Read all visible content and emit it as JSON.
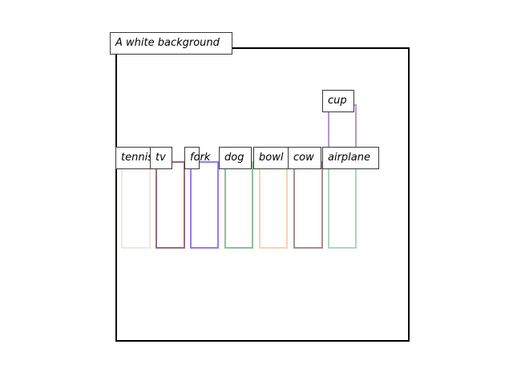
{
  "caption": "A white background",
  "objects": [
    {
      "label": "tennis racket",
      "color": "#f0ead6"
    },
    {
      "label": "tv",
      "color": "#9c6b7a"
    },
    {
      "label": "fork",
      "color": "#9a7bef"
    },
    {
      "label": "dog",
      "color": "#8fbf94"
    },
    {
      "label": "bowl",
      "color": "#fdd0b0"
    },
    {
      "label": "cow",
      "color": "#a88f8f"
    },
    {
      "label": "airplane",
      "color": "#a9d8bb"
    },
    {
      "label": "cup",
      "color": "#b797c8"
    }
  ]
}
